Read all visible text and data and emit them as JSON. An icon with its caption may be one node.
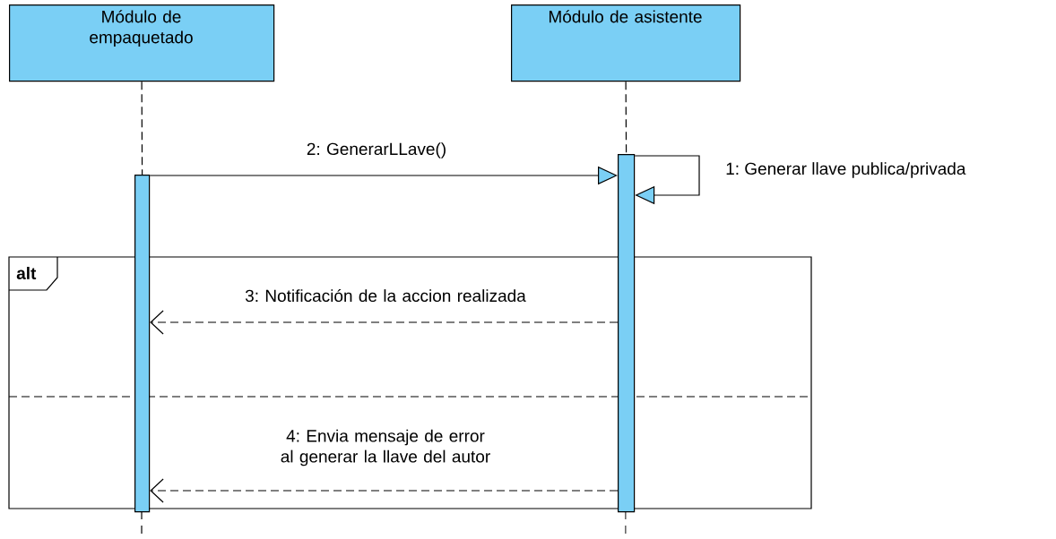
{
  "diagram": {
    "nodes": [
      {
        "text": [
          "Módulo de empaquetado"
        ]
      },
      {
        "text": [
          "Módulo de asistente"
        ]
      },
      {
        "text": [],
        "shape": "bar"
      },
      {
        "text": [],
        "shape": "bar"
      }
    ],
    "labels": [
      "alt"
    ],
    "edges": [
      {
        "from": 0,
        "to": 2,
        "arrow": "none",
        "style": "dashed"
      },
      {
        "from": 1,
        "to": 3,
        "arrow": "none",
        "style": "dashed"
      },
      {
        "from": 3,
        "to": 3,
        "arrow": "to",
        "label": "1: Generar llave publica/privada"
      },
      {
        "from": 2,
        "to": 3,
        "arrow": "to",
        "label": "2: GenerarLLave()"
      },
      {
        "from": 3,
        "to": 2,
        "arrow": "to",
        "style": "dashed",
        "label": "3: Notificación de la accion realizada"
      },
      {
        "from": 3,
        "to": 2,
        "arrow": "to",
        "style": "dashed",
        "label": "4: Envia mensaje de error al generar la llave del autor"
      }
    ]
  }
}
